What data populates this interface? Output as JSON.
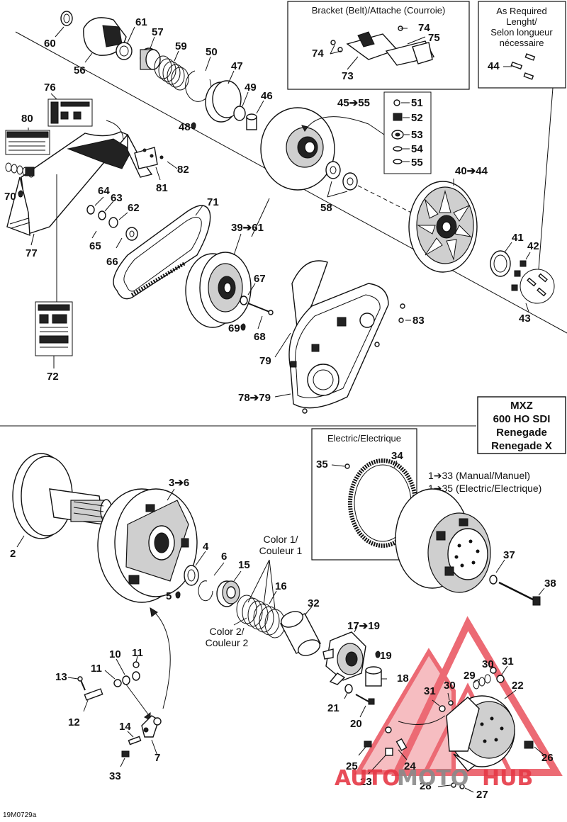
{
  "boxes": {
    "bracket_title": "Bracket (Belt)/Attache (Courroie)",
    "as_required_title": [
      "As Required",
      "Lenght/",
      "Selon longueur",
      "nécessaire"
    ],
    "model_title": [
      "MXZ",
      "600 HO SDI",
      "Renegade",
      "Renegade X"
    ],
    "electric_title": "Electric/Electrique"
  },
  "callouts": {
    "c60": "60",
    "c61": "61",
    "c57": "57",
    "c59": "59",
    "c50": "50",
    "c56": "56",
    "c47": "47",
    "c49": "49",
    "c46": "46",
    "c48": "48",
    "c76": "76",
    "c80": "80",
    "c45": "45➔55",
    "c51": "51",
    "c52": "52",
    "c53": "53",
    "c54": "54",
    "c55": "55",
    "c74a": "74",
    "c74b": "74",
    "c75": "75",
    "c73": "73",
    "c44": "44",
    "c82": "82",
    "c81": "81",
    "c70": "70",
    "c64": "64",
    "c63": "63",
    "c62": "62",
    "c65": "65",
    "c66": "66",
    "c77": "77",
    "c71": "71",
    "c58": "58",
    "c4044": "40➔44",
    "c3961": "39➔61",
    "c41": "41",
    "c42": "42",
    "c43": "43",
    "c67": "67",
    "c69": "69",
    "c68": "68",
    "c83": "83",
    "c79": "79",
    "c7879": "78➔79",
    "c72": "72",
    "c36": "3➔6",
    "c2": "2",
    "c4": "4",
    "c6": "6",
    "c5": "5",
    "c15": "15",
    "c16": "16",
    "color1": [
      "Color 1/",
      "Couleur 1"
    ],
    "color2": [
      "Color 2/",
      "Couleur 2"
    ],
    "c32": "32",
    "c1719": "17➔19",
    "c19": "19",
    "c18": "18",
    "c35": "35",
    "c34": "34",
    "c133": "1➔33 (Manual/Manuel)",
    "c135": "1➔35 (Electric/Electrique)",
    "c37": "37",
    "c38": "38",
    "c10": "10",
    "c11a": "11",
    "c11b": "11",
    "c13": "13",
    "c12": "12",
    "c14": "14",
    "c7": "7",
    "c33": "33",
    "c21": "21",
    "c20": "20",
    "c29": "29",
    "c30a": "30",
    "c31a": "31",
    "c22": "22",
    "c31b": "31",
    "c30b": "30",
    "c25": "25",
    "c24": "24",
    "c23": "23",
    "c26": "26",
    "c28": "28",
    "c27": "27"
  },
  "footer": {
    "code": "19M0729a"
  },
  "watermark": {
    "part1": "AUTO",
    "part2": "MOTO",
    "part3": "HUB",
    "color_red": "#e63946",
    "color_grey": "#8a8a8a"
  }
}
